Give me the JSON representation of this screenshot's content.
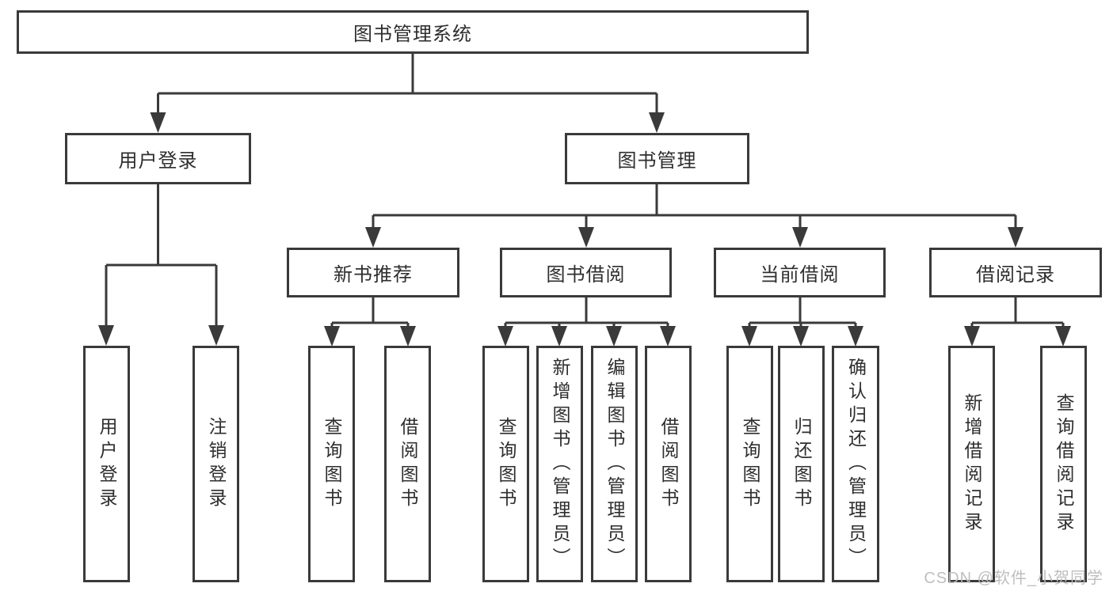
{
  "tree": {
    "root": "图书管理系统",
    "branches": [
      {
        "label": "用户登录",
        "leaves": [
          "用户登录",
          "注销登录"
        ]
      },
      {
        "label": "图书管理",
        "groups": [
          {
            "label": "新书推荐",
            "leaves": [
              "查询图书",
              "借阅图书"
            ]
          },
          {
            "label": "图书借阅",
            "leaves": [
              "查询图书",
              "新增图书（管理员）",
              "编辑图书（管理员）",
              "借阅图书"
            ]
          },
          {
            "label": "当前借阅",
            "leaves": [
              "查询图书",
              "归还图书",
              "确认归还（管理员）"
            ]
          },
          {
            "label": "借阅记录",
            "leaves": [
              "新增借阅记录",
              "查询借阅记录"
            ]
          }
        ]
      }
    ]
  },
  "watermark": {
    "text": "CSDN @软件_小贺同学"
  },
  "colors": {
    "line": "#3a3a3a",
    "box_border": "#3a3a3a",
    "box_fill": "#ffffff",
    "text": "#2e2e2e",
    "watermark": "#bababa",
    "background": "#ffffff"
  }
}
